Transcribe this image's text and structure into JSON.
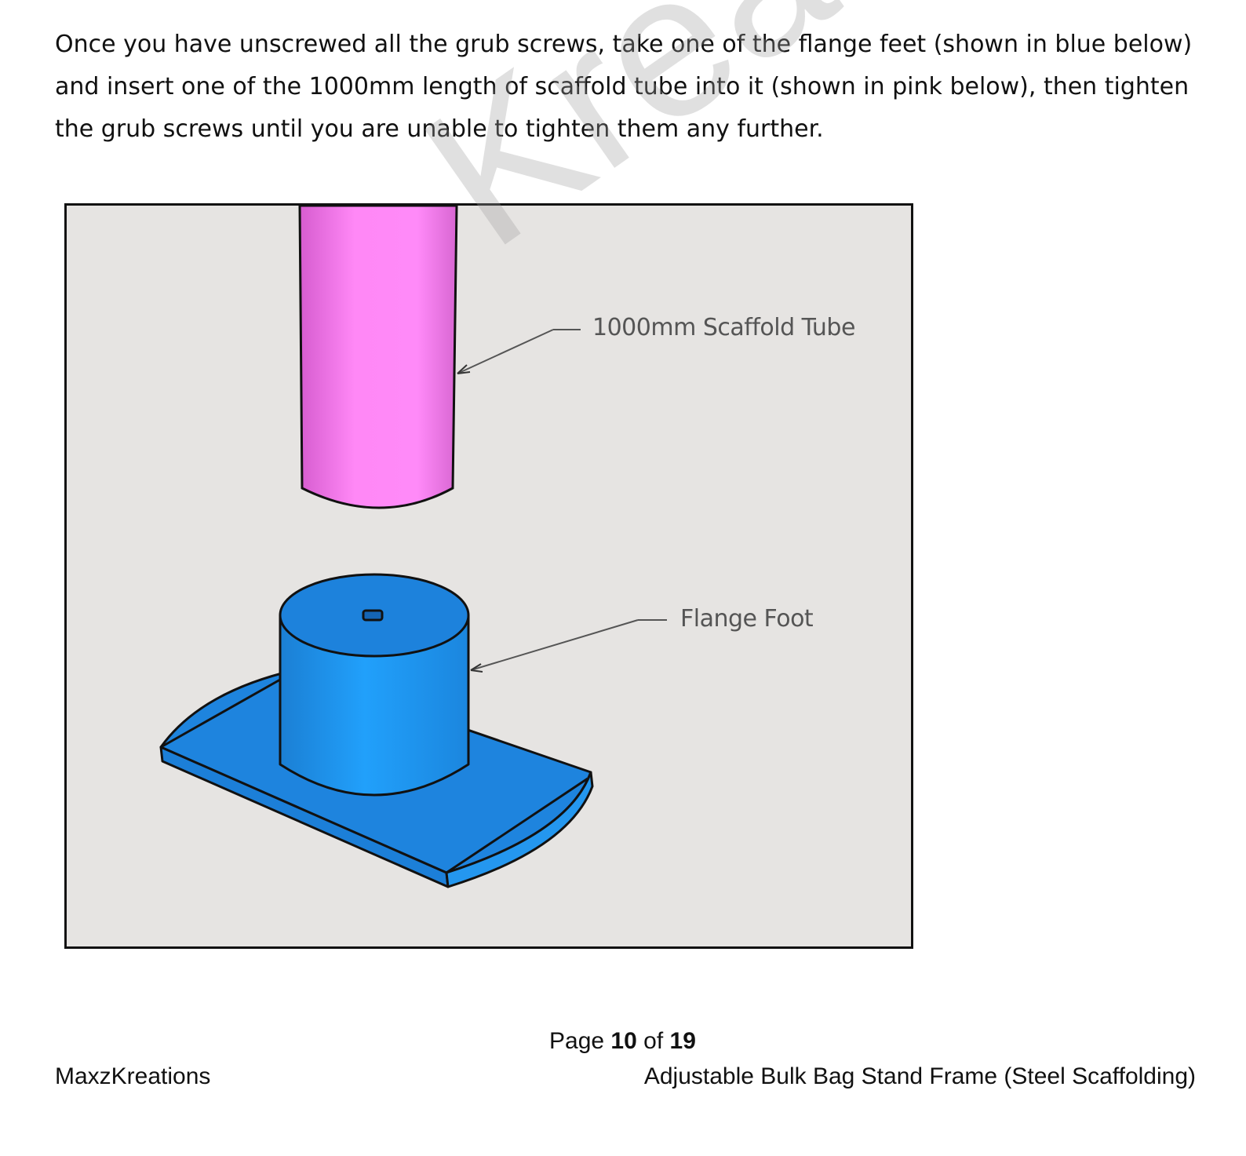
{
  "intro_text": "Once you have unscrewed all the grub screws, take one of the flange feet (shown in blue below) and insert one of the 1000mm length of scaffold tube into it (shown in pink below), then tighten the grub screws until you are unable to tighten them any further.",
  "figure": {
    "tube_label": "1000mm Scaffold Tube",
    "foot_label": "Flange Foot",
    "tube_color": "#ff88f6",
    "foot_color": "#1f9cf5",
    "background_color": "#e6e4e2"
  },
  "watermark": {
    "text": "Krea"
  },
  "footer": {
    "page_word": "Page",
    "page_current": "10",
    "page_of": "of",
    "page_total": "19",
    "left": "MaxzKreations",
    "right": "Adjustable Bulk Bag Stand Frame (Steel Scaffolding)"
  }
}
